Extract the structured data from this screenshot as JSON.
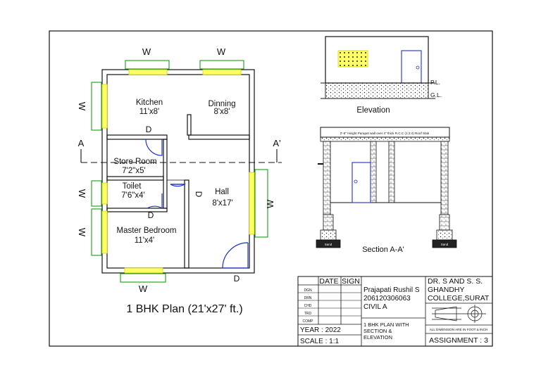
{
  "plan": {
    "title": "1 BHK Plan (21'x27' ft.)",
    "window_label": "W",
    "door_label": "D",
    "section_left": "A",
    "section_right": "A'",
    "rooms": {
      "kitchen": {
        "name": "Kitchen",
        "size": "11'x8'"
      },
      "dining": {
        "name": "Dinning",
        "size": "8'x8'"
      },
      "store": {
        "name": "Store Room",
        "size": "7'2\"x5'"
      },
      "toilet": {
        "name": "Toilet",
        "size": "7'6\"x4'"
      },
      "hall": {
        "name": "Hall",
        "size": "8'x17'"
      },
      "bedroom": {
        "name": "Master Bedroom",
        "size": "11'x4'"
      }
    }
  },
  "elevation": {
    "title": "Elevation",
    "pl": "P.L.",
    "gl": "G.L."
  },
  "section": {
    "title": "Section A-A'",
    "slab_note": "2'-6\" Height Parapet wall over 4\" thick R.C.C (1:2:4) Roof Slab",
    "footing_label": "Sand"
  },
  "title_block": {
    "headers": [
      "DATE",
      "SIGN"
    ],
    "rows": [
      "DGN",
      "DRN",
      "CHD",
      "TRD",
      "COMP"
    ],
    "student": [
      "Prajapati Rushil S",
      "206120306063",
      "CIVIL A"
    ],
    "drawing_name": [
      "1 BHK PLAN WITH",
      "SECTION &",
      "ELEVATION"
    ],
    "college": [
      "DR. S AND S. S.",
      "GHANDHY",
      "COLLEGE,SURAT"
    ],
    "note": "ALL DIMENSION ARE IN FOOT & INCH",
    "year": "YEAR : 2022",
    "scale": "SCALE : 1:1",
    "assignment": "ASSIGNMENT : 3"
  }
}
